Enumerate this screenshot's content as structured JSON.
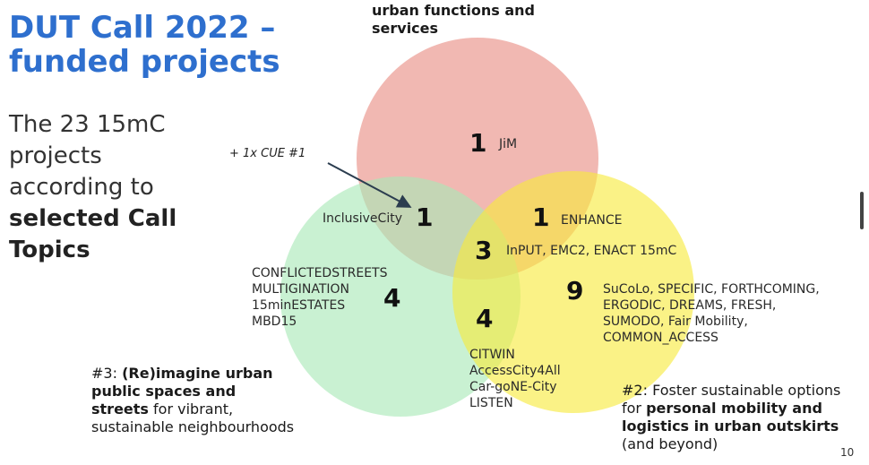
{
  "title_line1": "DUT Call 2022 –",
  "title_line2": "funded projects",
  "subtitle": {
    "line1": "The 23 15mC",
    "line2": "projects",
    "line3": "according to",
    "line4": "selected Call",
    "line5": "Topics"
  },
  "topic_top": {
    "line1": "urban functions and",
    "line2": "services"
  },
  "topic_left": {
    "prefix": "#3:",
    "bold1": "(Re)imagine urban",
    "bold2": "public spaces and",
    "bold3": "streets",
    "rest3": "for vibrant,",
    "line4": "sustainable neighbourhoods"
  },
  "topic_right": {
    "prefix": "#2:",
    "line1": "Foster sustainable options",
    "line2a": "for",
    "bold2": "personal mobility and",
    "bold3": "logistics in urban outskirts",
    "line4": "(and beyond)"
  },
  "cue_note": "+ 1x CUE #1",
  "regions": {
    "top_only": {
      "count": "1",
      "projects": [
        "JiM"
      ]
    },
    "top_left": {
      "count": "1",
      "projects": [
        "InclusiveCity"
      ]
    },
    "top_right": {
      "count": "1",
      "projects": [
        "ENHANCE"
      ]
    },
    "center": {
      "count": "3",
      "projects": [
        "InPUT, EMC2, ENACT 15mC"
      ]
    },
    "left_only": {
      "count": "4",
      "projects": [
        "CONFLICTEDSTREETS",
        "MULTIGINATION",
        "15minESTATES",
        "MBD15"
      ]
    },
    "left_right": {
      "count": "4",
      "projects": [
        "CITWIN",
        "AccessCity4All",
        "Car-goNE-City",
        "LISTEN"
      ]
    },
    "right_only": {
      "count": "9",
      "projects": [
        "SuCoLo, SPECIFIC, FORTHCOMING,",
        "ERGODIC, DREAMS, FRESH,",
        "SUMODO, Fair Mobility,",
        "COMMON_ACCESS"
      ]
    }
  },
  "colors": {
    "title": "#2e6fce",
    "circle_top": "#e8897e",
    "circle_left": "#9fe2b0",
    "circle_right": "#f5ea4a"
  },
  "page_number": "10"
}
